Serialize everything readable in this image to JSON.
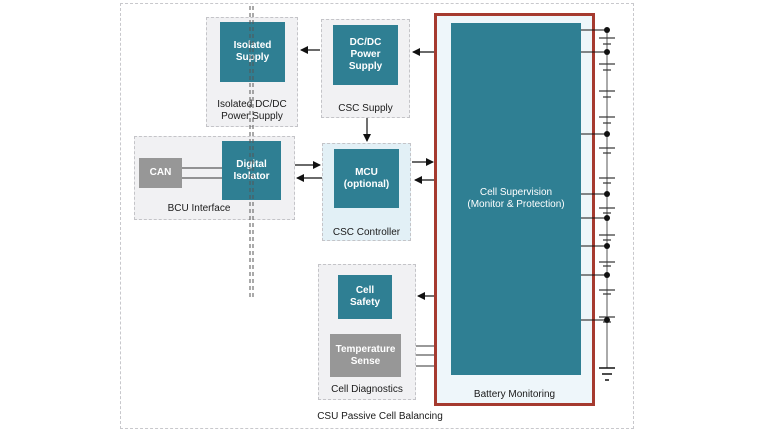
{
  "outer_frame": {
    "label": "CSU Passive Cell Balancing"
  },
  "isolated_supply_group": {
    "label": "Isolated DC/DC\nPower Supply",
    "block": "Isolated\nSupply"
  },
  "csc_supply_group": {
    "label": "CSC Supply",
    "block": "DC/DC\nPower\nSupply"
  },
  "bcu_interface_group": {
    "label": "BCU Interface",
    "can_block": "CAN",
    "isolator_block": "Digital\nIsolator"
  },
  "csc_controller_group": {
    "label": "CSC Controller",
    "block": "MCU\n(optional)"
  },
  "cell_diagnostics_group": {
    "label": "Cell Diagnostics",
    "safety_block": "Cell\nSafety",
    "temperature_block": "Temperature\nSense"
  },
  "battery_monitoring_group": {
    "label": "Battery Monitoring",
    "block": "Cell Supervision\n(Monitor & Protection)"
  },
  "colors": {
    "block_teal": "#2f7f93",
    "block_grey": "#979797",
    "highlight_border": "#a53a2f",
    "controller_bg": "#e2f0f6"
  }
}
